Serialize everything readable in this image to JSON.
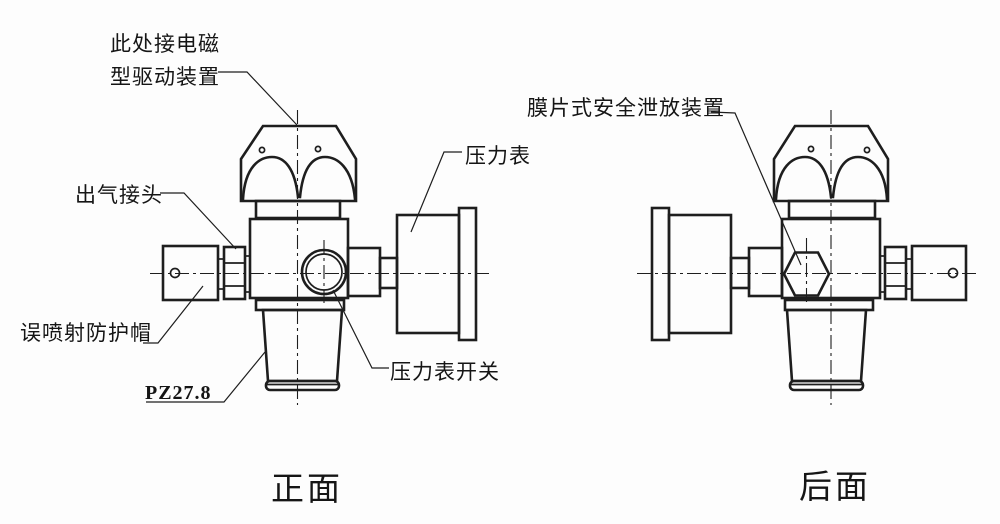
{
  "views": {
    "front": {
      "caption": "正面",
      "labels": {
        "solenoid_line1": "此处接电磁",
        "solenoid_line2": "型驱动装置",
        "outlet": "出气接头",
        "protect_cap": "误喷射防护帽",
        "thread": "PZ27.8",
        "gauge": "压力表",
        "gauge_switch": "压力表开关"
      }
    },
    "back": {
      "caption": "后面",
      "labels": {
        "relief": "膜片式安全泄放装置"
      }
    }
  },
  "colors": {
    "line": "#1e1e1e",
    "background": "#fdfdfd"
  }
}
